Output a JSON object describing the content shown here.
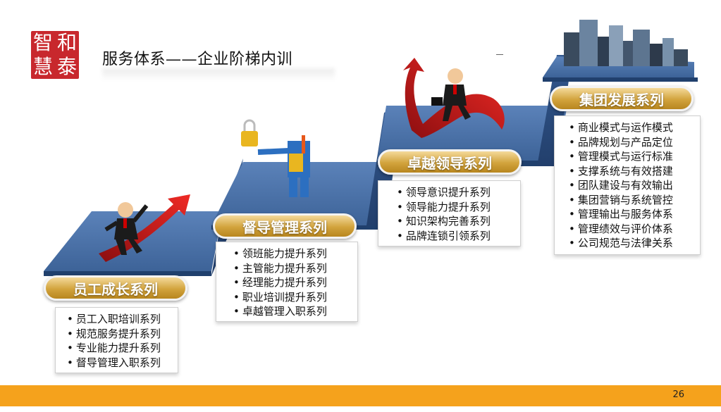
{
  "header": {
    "logo_chars": [
      "智",
      "和",
      "慧",
      "泰"
    ],
    "title": "服务体系——企业阶梯内训"
  },
  "steps": [
    {
      "badge": "员工成长系列",
      "items": [
        "员工入职培训系列",
        "规范服务提升系列",
        "专业能力提升系列",
        "督导管理入职系列"
      ]
    },
    {
      "badge": "督导管理系列",
      "items": [
        "领班能力提升系列",
        "主管能力提升系列",
        "经理能力提升系列",
        "职业培训提升系列",
        "卓越管理入职系列"
      ]
    },
    {
      "badge": "卓越领导系列",
      "items": [
        "领导意识提升系列",
        "领导能力提升系列",
        "知识架构完善系列",
        "品牌连锁引领系列"
      ]
    },
    {
      "badge": "集团发展系列",
      "items": [
        "商业模式与运作模式",
        "品牌规划与产品定位",
        "管理模式与运行标准",
        "支撑系统与有效搭建",
        "团队建设与有效输出",
        "集团营销与系统管控",
        "管理输出与服务体系",
        "管理绩效与评价体系",
        "公司规范与法律关系"
      ]
    }
  ],
  "footer": {
    "page_number": "26"
  },
  "colors": {
    "stair_top": "#4a6ea3",
    "stair_side": "#2b4d80",
    "badge_gold": "#d2a33c",
    "footer": "#f5a21c",
    "logo": "#c8282d"
  }
}
